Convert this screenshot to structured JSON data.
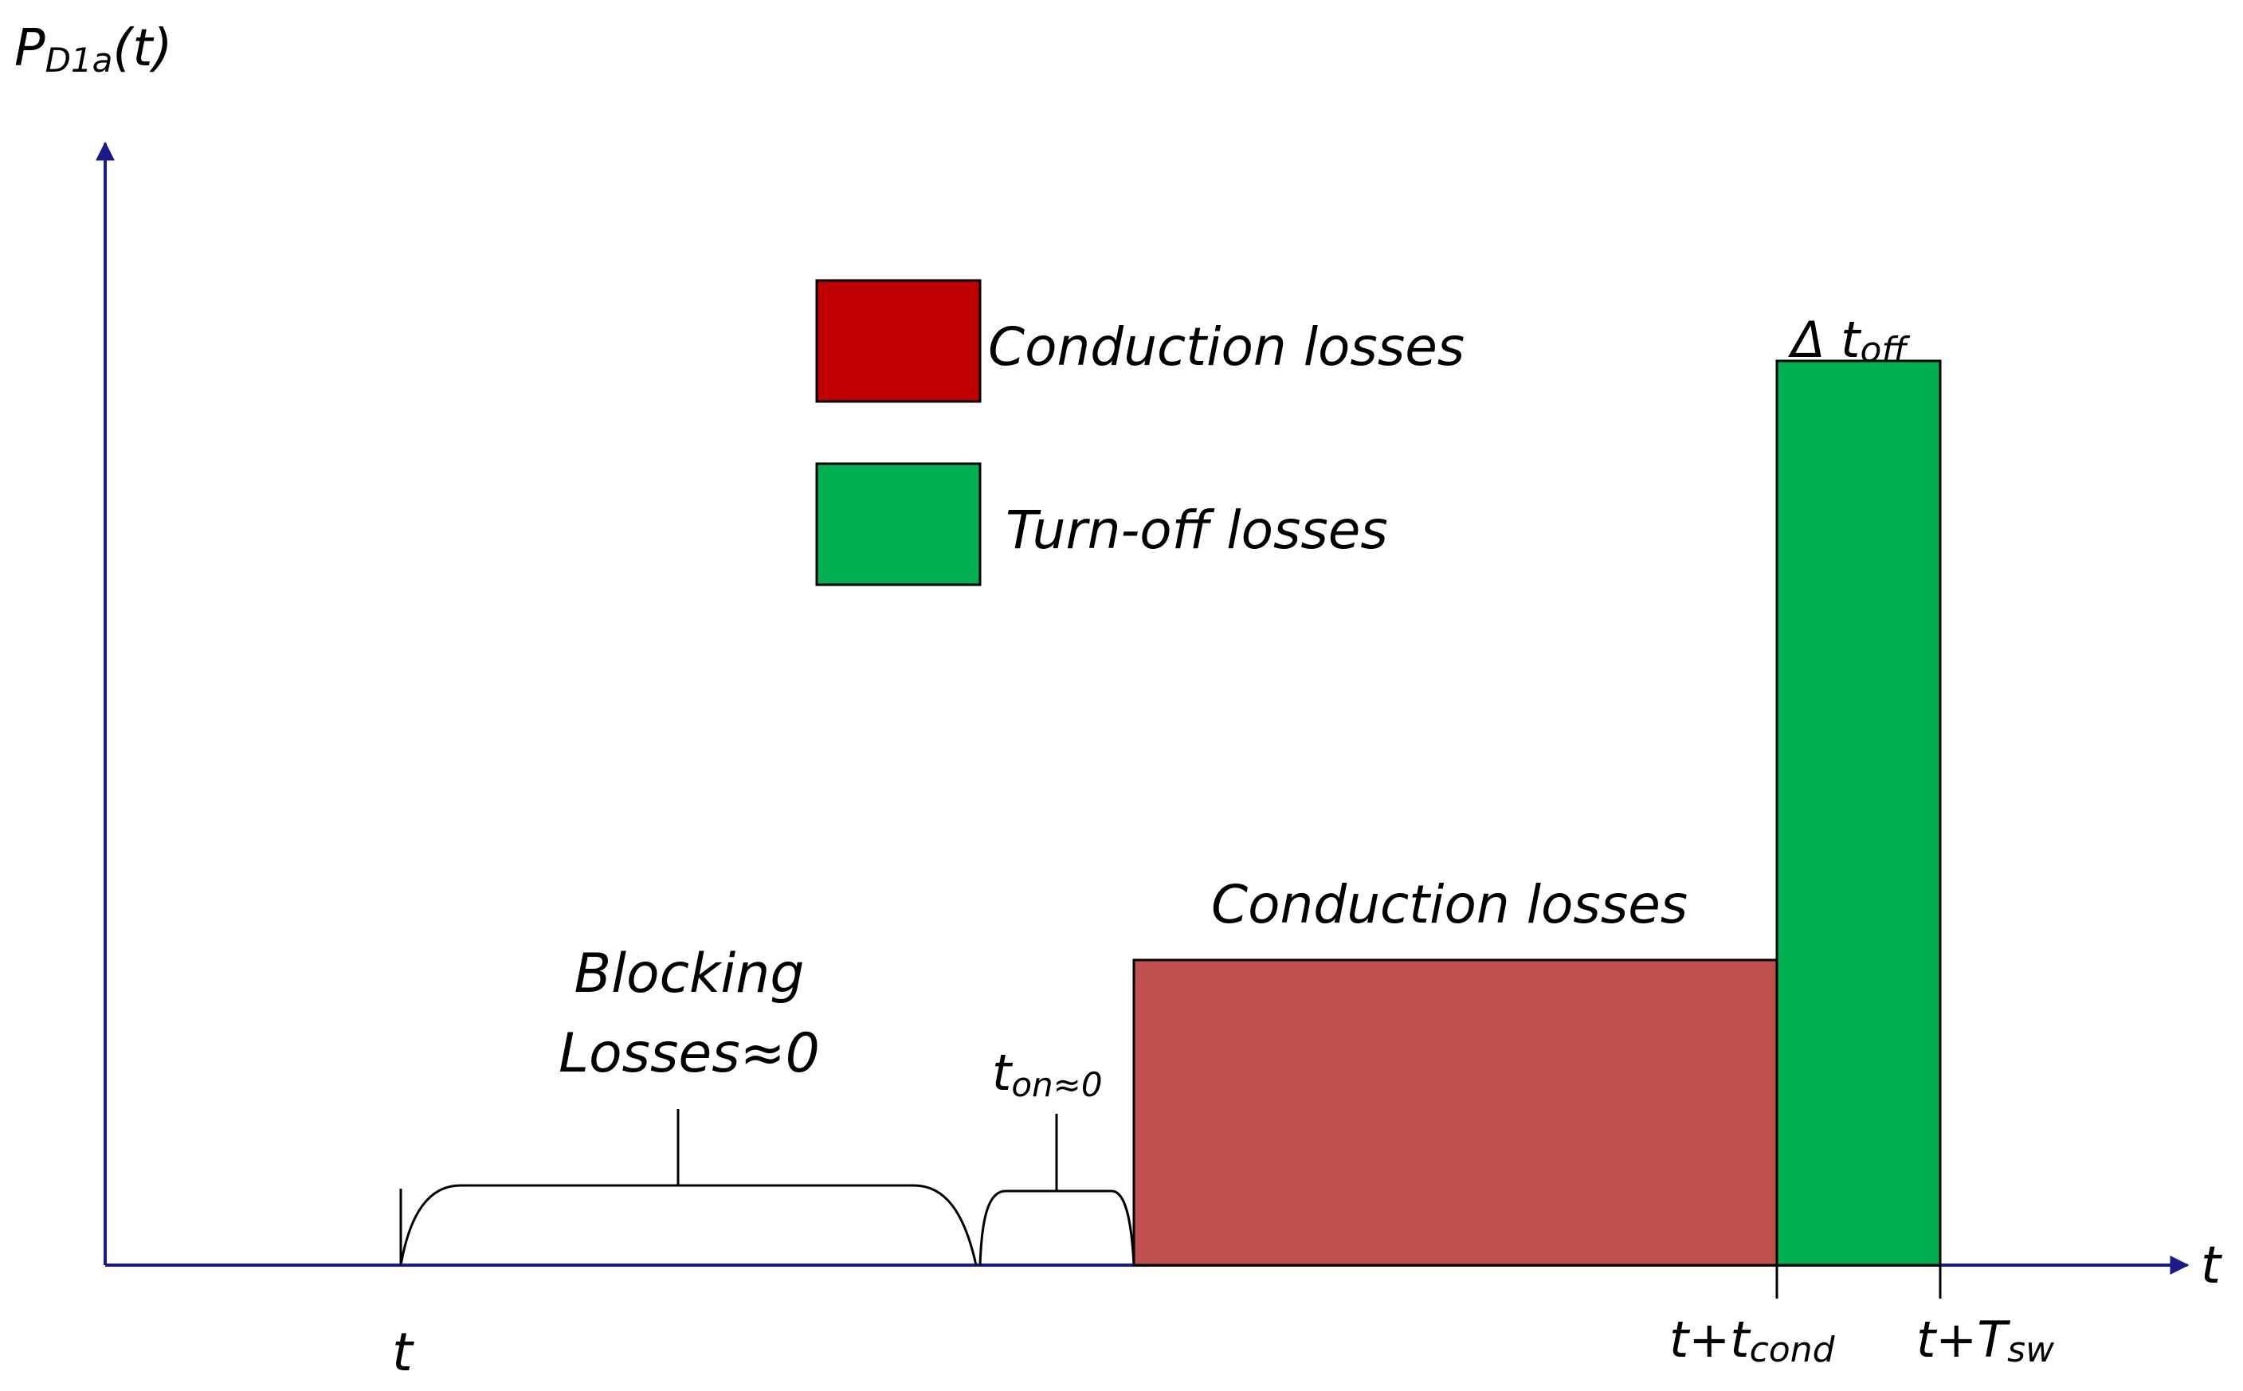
{
  "y_axis": {
    "label_main": "P",
    "label_sub": "D1a",
    "label_suffix": "(t)"
  },
  "x_axis": {
    "label": "t"
  },
  "legend": {
    "items": [
      {
        "label": "Conduction losses",
        "color": "#c00000"
      },
      {
        "label": "Turn-off losses",
        "color": "#00b050"
      }
    ]
  },
  "regions": {
    "blocking": {
      "line1": "Blocking",
      "line2": "Losses≈0"
    },
    "turn_on": {
      "main": "t",
      "sub": "on≈0"
    },
    "conduction": {
      "label": "Conduction losses",
      "color": "#c0504d"
    },
    "turn_off": {
      "prefix": "Δ t",
      "sub": "off",
      "color": "#00b050"
    }
  },
  "ticks": {
    "start": "t",
    "cond_main": "t+t",
    "cond_sub": "cond",
    "sw_main": "t+T",
    "sw_sub": "sw"
  },
  "colors": {
    "axis": "#1f1f8f",
    "stroke": "#000000"
  }
}
